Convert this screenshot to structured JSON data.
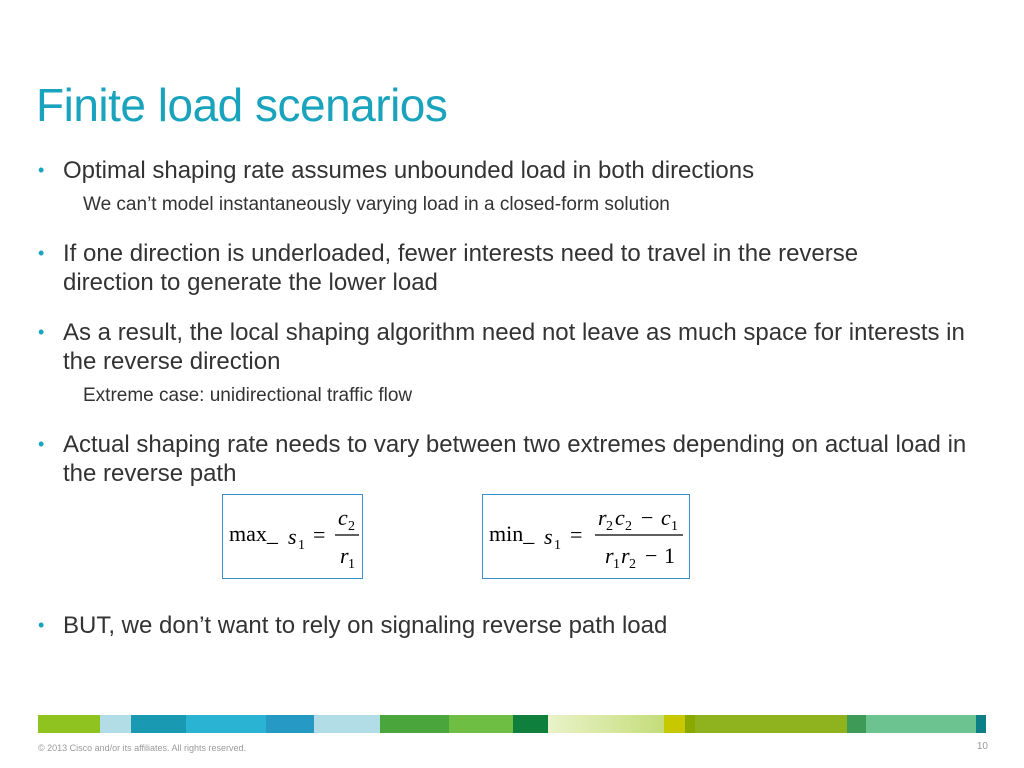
{
  "slide": {
    "title": "Finite load scenarios",
    "bullets": [
      {
        "text": "Optimal shaping rate assumes unbounded load in both directions"
      },
      {
        "text": "We can’t model instantaneously varying load in a closed-form solution"
      },
      {
        "text": "If one direction is underloaded, fewer interests need to travel in the reverse direction to generate the lower load"
      },
      {
        "text": "As a result, the local shaping algorithm need not leave as much space for interests in the reverse direction"
      },
      {
        "text": "Extreme case: unidirectional traffic flow"
      },
      {
        "text": "Actual shaping rate needs to vary between two extremes depending on actual load in the reverse path"
      },
      {
        "text": "BUT, we don’t want to rely on signaling reverse path load"
      }
    ],
    "bullet_glyph": "•",
    "formulas": {
      "max": {
        "lhs_op": "max_",
        "lhs_var": "s",
        "lhs_sub": "1",
        "eq": "=",
        "num_var": "c",
        "num_sub": "2",
        "den_var": "r",
        "den_sub": "1"
      },
      "min": {
        "lhs_op": "min_",
        "lhs_var": "s",
        "lhs_sub": "1",
        "eq": "=",
        "num_a_var": "r",
        "num_a_sub": "2",
        "num_b_var": "c",
        "num_b_sub": "2",
        "num_minus": "−",
        "num_c_var": "c",
        "num_c_sub": "1",
        "den_a_var": "r",
        "den_a_sub": "1",
        "den_b_var": "r",
        "den_b_sub": "2",
        "den_minus": "−",
        "den_one": "1"
      }
    }
  },
  "footer": {
    "copyright": "© 2013 Cisco and/or its affiliates. All rights reserved.",
    "page_number": "10"
  },
  "colors": {
    "title": "#1aa3bc",
    "bullet": "#1aa3bc",
    "formula_border": "#3a8fcf",
    "bar_segments": [
      "#8fc31f",
      "#b3dde6",
      "#1a9ab2",
      "#2ab3d3",
      "#2699c4",
      "#b3dde6",
      "#4aa53d",
      "#6fbe44",
      "#0e7f3d",
      "#c4dd7a",
      "#c8c800",
      "#8aa800",
      "#8fb31f",
      "#3e9a57",
      "#6cc38f",
      "#0d7f87"
    ]
  }
}
